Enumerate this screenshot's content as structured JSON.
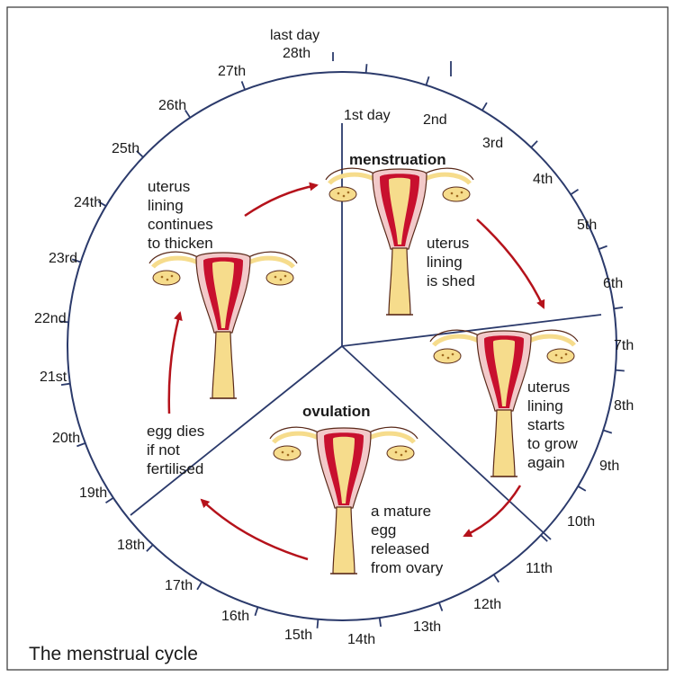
{
  "caption": "The menstrual cycle",
  "phases": {
    "menstruation": "menstruation",
    "ovulation": "ovulation"
  },
  "notes": {
    "uterus_lining_shed": [
      "uterus",
      "lining",
      "is shed"
    ],
    "starts_to_grow": [
      "uterus",
      "lining",
      "starts",
      "to grow",
      "again"
    ],
    "egg_released": [
      "a mature",
      "egg",
      "released",
      "from ovary"
    ],
    "egg_dies": [
      "egg dies",
      "if not",
      "fertilised"
    ],
    "continues_to_thicken": [
      "uterus",
      "lining",
      "continues",
      "to thicken"
    ]
  },
  "days": {
    "first_day": "1st day",
    "d2": "2nd",
    "d3": "3rd",
    "d4": "4th",
    "d5": "5th",
    "d6": "6th",
    "d7": "7th",
    "d8": "8th",
    "d9": "9th",
    "d10": "10th",
    "d11": "11th",
    "d12": "12th",
    "d13": "13th",
    "d14": "14th",
    "d15": "15th",
    "d16": "16th",
    "d17": "17th",
    "d18": "18th",
    "d19": "19th",
    "d20": "20th",
    "d21": "21st",
    "d22": "22nd",
    "d23": "23rd",
    "d24": "24th",
    "d25": "25th",
    "d26": "26th",
    "d27": "27th",
    "last_day": "last day",
    "d28": "28th"
  },
  "colors": {
    "circle": "#2b3a6b",
    "arrow": "#b5121b",
    "uterus_outer": "#f2c9c9",
    "uterus_lining": "#c8102e",
    "cervix": "#f6dc8c",
    "outline": "#5a2a1a"
  }
}
